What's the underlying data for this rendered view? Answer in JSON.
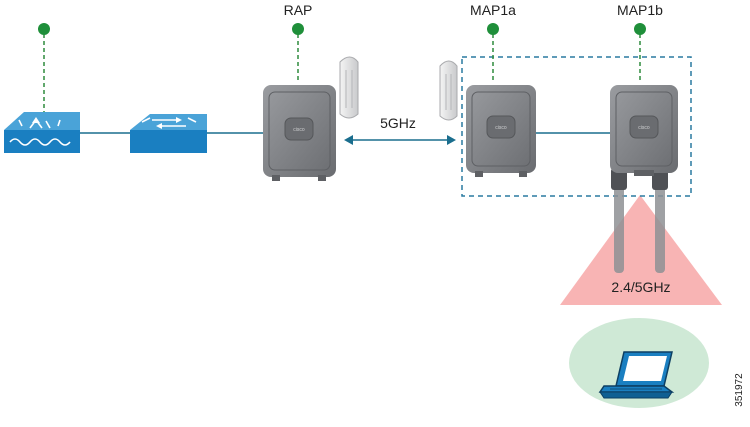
{
  "labels": {
    "rap": "RAP",
    "map1a": "MAP1a",
    "map1b": "MAP1b",
    "backhaul_band": "5GHz",
    "client_band": "2.4/5GHz",
    "figure_id": "351972"
  },
  "colors": {
    "node_dot": "#1f8f3a",
    "dashed_link": "#2e8b3d",
    "cisco_blue": "#1a7fc1",
    "link_line": "#1a6e8e",
    "mesh_box": "#2a7aa0",
    "ap_body": "#7d7f83",
    "coverage": "#f7a7a7",
    "client_zone": "#cfe9d6"
  },
  "icons": [
    "router-icon",
    "switch-icon",
    "access-point-icon",
    "antenna-icon",
    "laptop-icon"
  ]
}
